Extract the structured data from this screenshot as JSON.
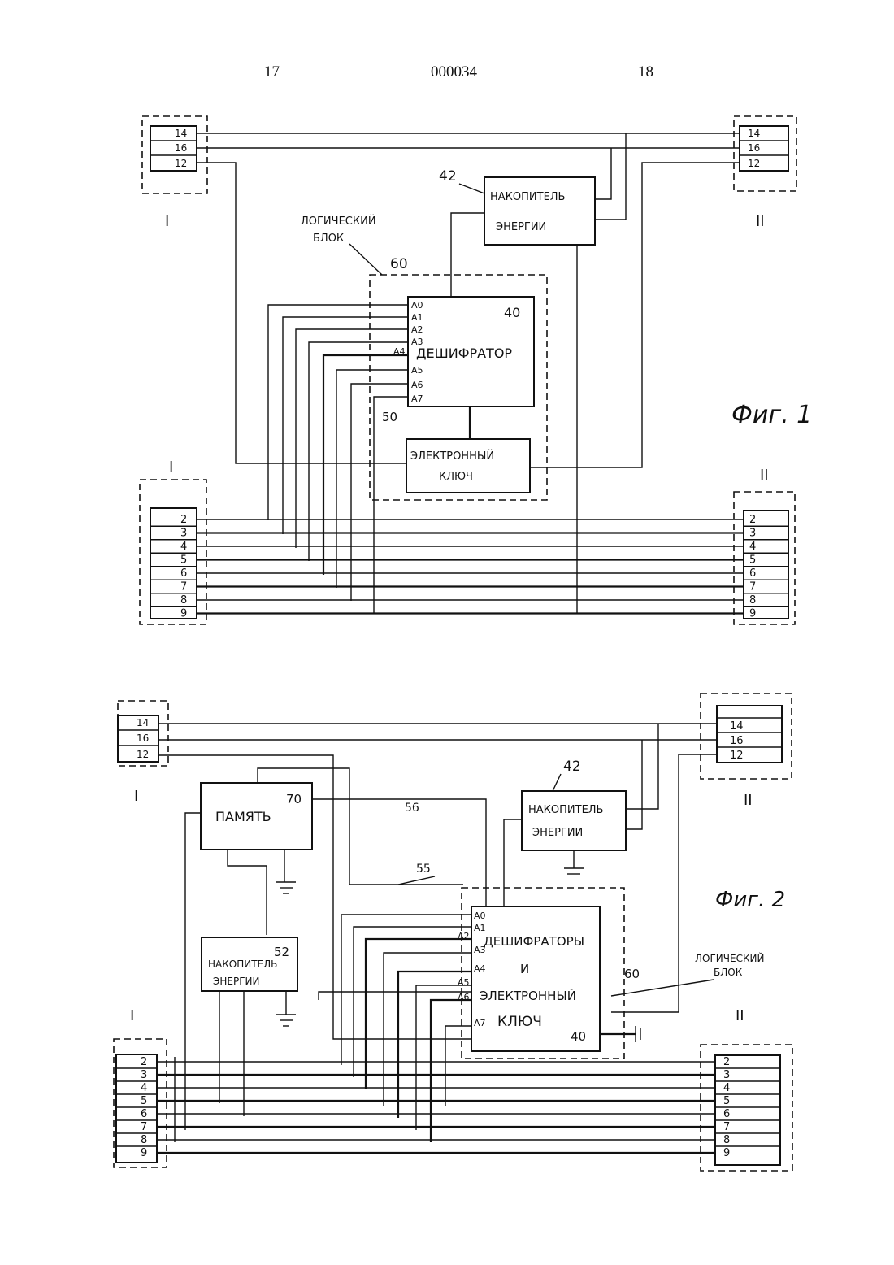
{
  "header": {
    "left": "17",
    "center": "000034",
    "right": "18"
  },
  "fig1": {
    "caption": "Фиг. 1",
    "conn_top_left": {
      "label": "I",
      "pins": [
        "14",
        "16",
        "12"
      ]
    },
    "conn_top_right": {
      "label": "II",
      "pins": [
        "14",
        "16",
        "12"
      ]
    },
    "conn_bot_left": {
      "label": "I",
      "pins": [
        "2",
        "3",
        "4",
        "5",
        "6",
        "7",
        "8",
        "9"
      ]
    },
    "conn_bot_right": {
      "label": "II",
      "pins": [
        "2",
        "3",
        "4",
        "5",
        "6",
        "7",
        "8",
        "9"
      ]
    },
    "storage": {
      "num": "42",
      "line1": "НАКОПИТЕЛЬ",
      "line2": "ЭНЕРГИИ"
    },
    "logic": {
      "line1": "ЛОГИЧЕСКИЙ",
      "line2": "БЛОК",
      "num": "60"
    },
    "decoder": {
      "num": "40",
      "label": "ДЕШИФРАТОР",
      "inputs": [
        "A0",
        "A1",
        "A2",
        "A3",
        "A4",
        "A5",
        "A6",
        "A7"
      ]
    },
    "key": {
      "num": "50",
      "line1": "ЭЛЕКТРОННЫЙ",
      "line2": "КЛЮЧ"
    }
  },
  "fig2": {
    "caption": "Фиг. 2",
    "conn_top_left": {
      "label": "I",
      "pins": [
        "14",
        "16",
        "12"
      ]
    },
    "conn_top_right": {
      "label": "II",
      "pins": [
        "14",
        "16",
        "12"
      ]
    },
    "conn_bot_left": {
      "label": "I",
      "pins": [
        "2",
        "3",
        "4",
        "5",
        "6",
        "7",
        "8",
        "9"
      ]
    },
    "conn_bot_right": {
      "label": "II",
      "pins": [
        "2",
        "3",
        "4",
        "5",
        "6",
        "7",
        "8",
        "9"
      ]
    },
    "memory": {
      "num": "70",
      "label": "ПАМЯТЬ"
    },
    "storage42": {
      "num": "42",
      "line1": "НАКОПИТЕЛЬ",
      "line2": "ЭНЕРГИИ"
    },
    "storage52": {
      "num": "52",
      "line1": "НАКОПИТЕЛЬ",
      "line2": "ЭНЕРГИИ"
    },
    "bus56": "56",
    "bus55": "55",
    "logic": {
      "line1": "ЛОГИЧЕСКИЙ",
      "line2": "БЛОК",
      "num": "60"
    },
    "main": {
      "num": "40",
      "line1": "ДЕШИФРАТОРЫ",
      "line2": "И",
      "line3": "ЭЛЕКТРОННЫЙ",
      "line4": "КЛЮЧ",
      "inputs": [
        "A0",
        "A1",
        "A2",
        "A3",
        "A4",
        "A5",
        "A6",
        "A7"
      ]
    }
  }
}
